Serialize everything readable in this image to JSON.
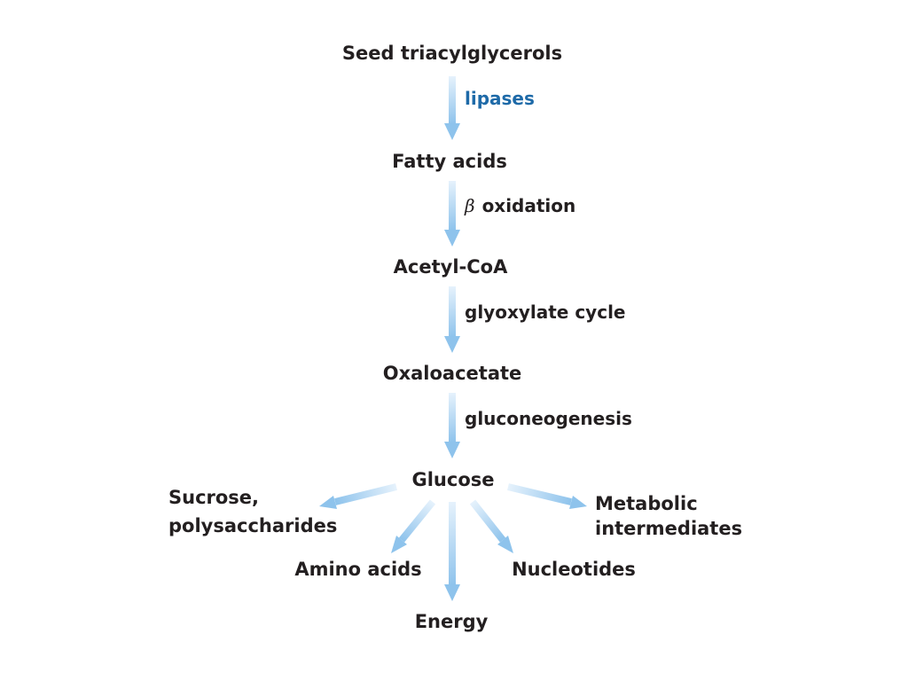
{
  "nodes": {
    "seed_triacylglycerols": "Seed triacylglycerols",
    "fatty_acids": "Fatty acids",
    "acetyl_coa": "Acetyl-CoA",
    "oxaloacetate": "Oxaloacetate",
    "glucose": "Glucose",
    "sucrose_line1": "Sucrose,",
    "sucrose_line2": "polysaccharides",
    "metabolic_line1": "Metabolic",
    "metabolic_line2": "intermediates",
    "amino_acids": "Amino acids",
    "nucleotides": "Nucleotides",
    "energy": "Energy"
  },
  "steps": {
    "lipases": "lipases",
    "beta_symbol": "β",
    "beta_oxidation": "oxidation",
    "glyoxylate_cycle": "glyoxylate cycle",
    "gluconeogenesis": "gluconeogenesis"
  },
  "colors": {
    "text": "#231f20",
    "enzyme_label": "#1e6aa8",
    "arrow_light": "#e3f0fb",
    "arrow_dark": "#8ec3ec"
  }
}
